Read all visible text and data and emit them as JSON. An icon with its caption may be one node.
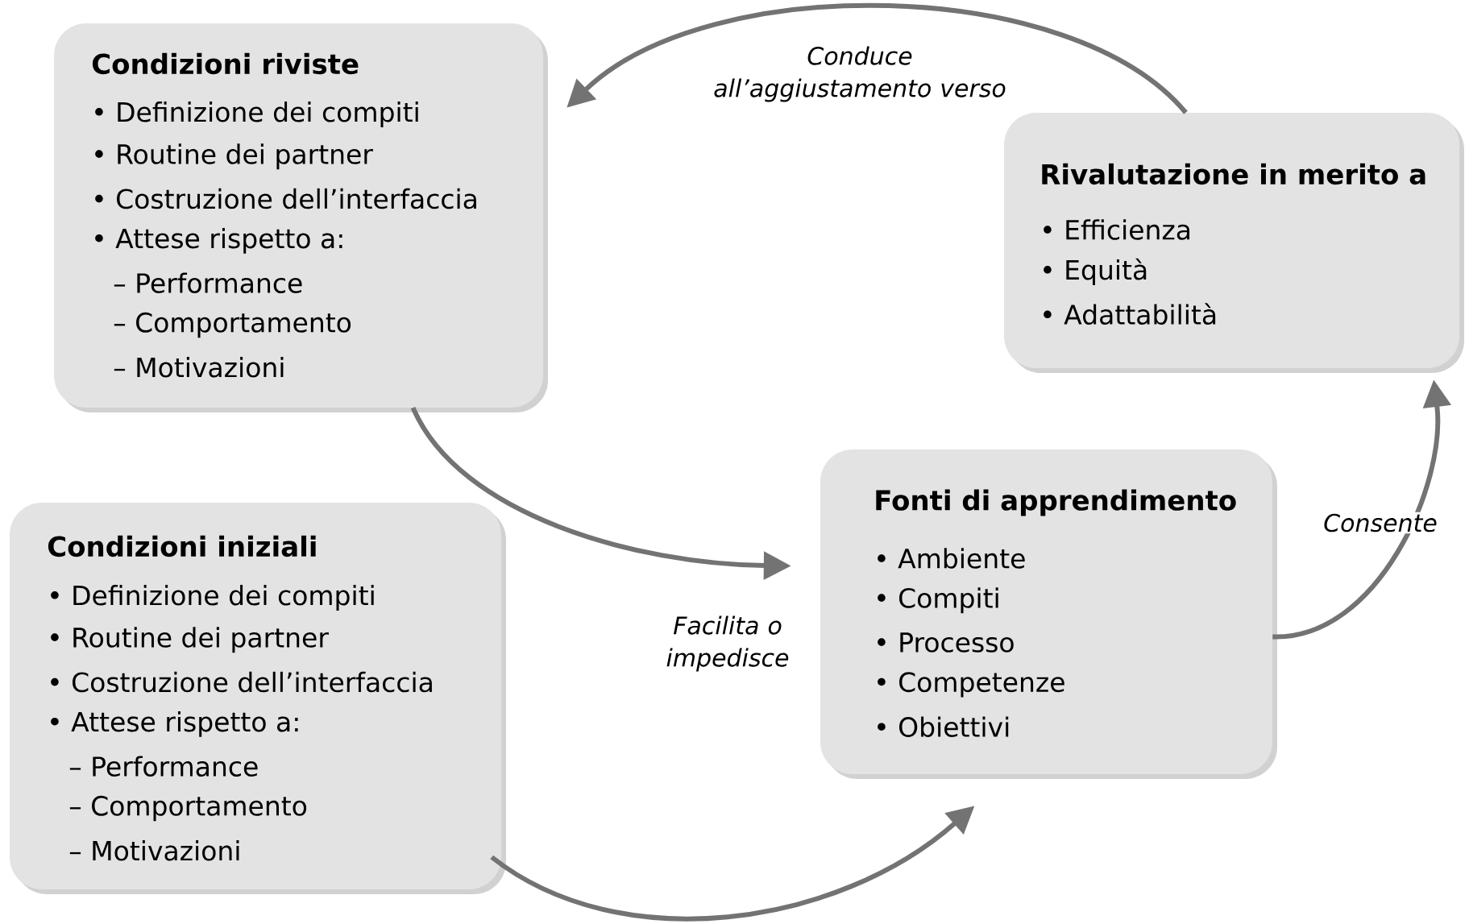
{
  "diagram": {
    "nodes": [
      {
        "text": [
          "Condizioni riviste",
          "• Definizione dei compiti",
          "• Routine dei partner",
          "• Costruzione dell’interfaccia",
          "• Attese rispetto a:",
          "– Performance",
          "– Comportamento",
          "– Motivazioni"
        ]
      },
      {
        "text": [
          "Rivalutazione in merito a",
          "• Efficienza",
          "• Equità",
          "• Adattabilità"
        ]
      },
      {
        "text": [
          "Condizioni iniziali",
          "• Definizione dei compiti",
          "• Routine dei partner",
          "• Costruzione dell’interfaccia",
          "• Attese rispetto a:",
          "– Performance",
          "– Comportamento",
          "– Motivazioni"
        ]
      },
      {
        "text": [
          "Fonti di apprendimento",
          "• Ambiente",
          "• Compiti",
          "• Processo",
          "• Competenze",
          "• Obiettivi"
        ]
      }
    ],
    "edges": [
      {
        "from": 1,
        "to": 0,
        "arrow": "to",
        "label": "Conduce all’aggiustamento verso"
      },
      {
        "from": 3,
        "to": 1,
        "arrow": "to",
        "label": "Consente"
      },
      {
        "from": 0,
        "to": 3,
        "arrow": "to",
        "label": "Facilita o impedisce"
      },
      {
        "from": 2,
        "to": 3,
        "arrow": "to"
      }
    ]
  }
}
